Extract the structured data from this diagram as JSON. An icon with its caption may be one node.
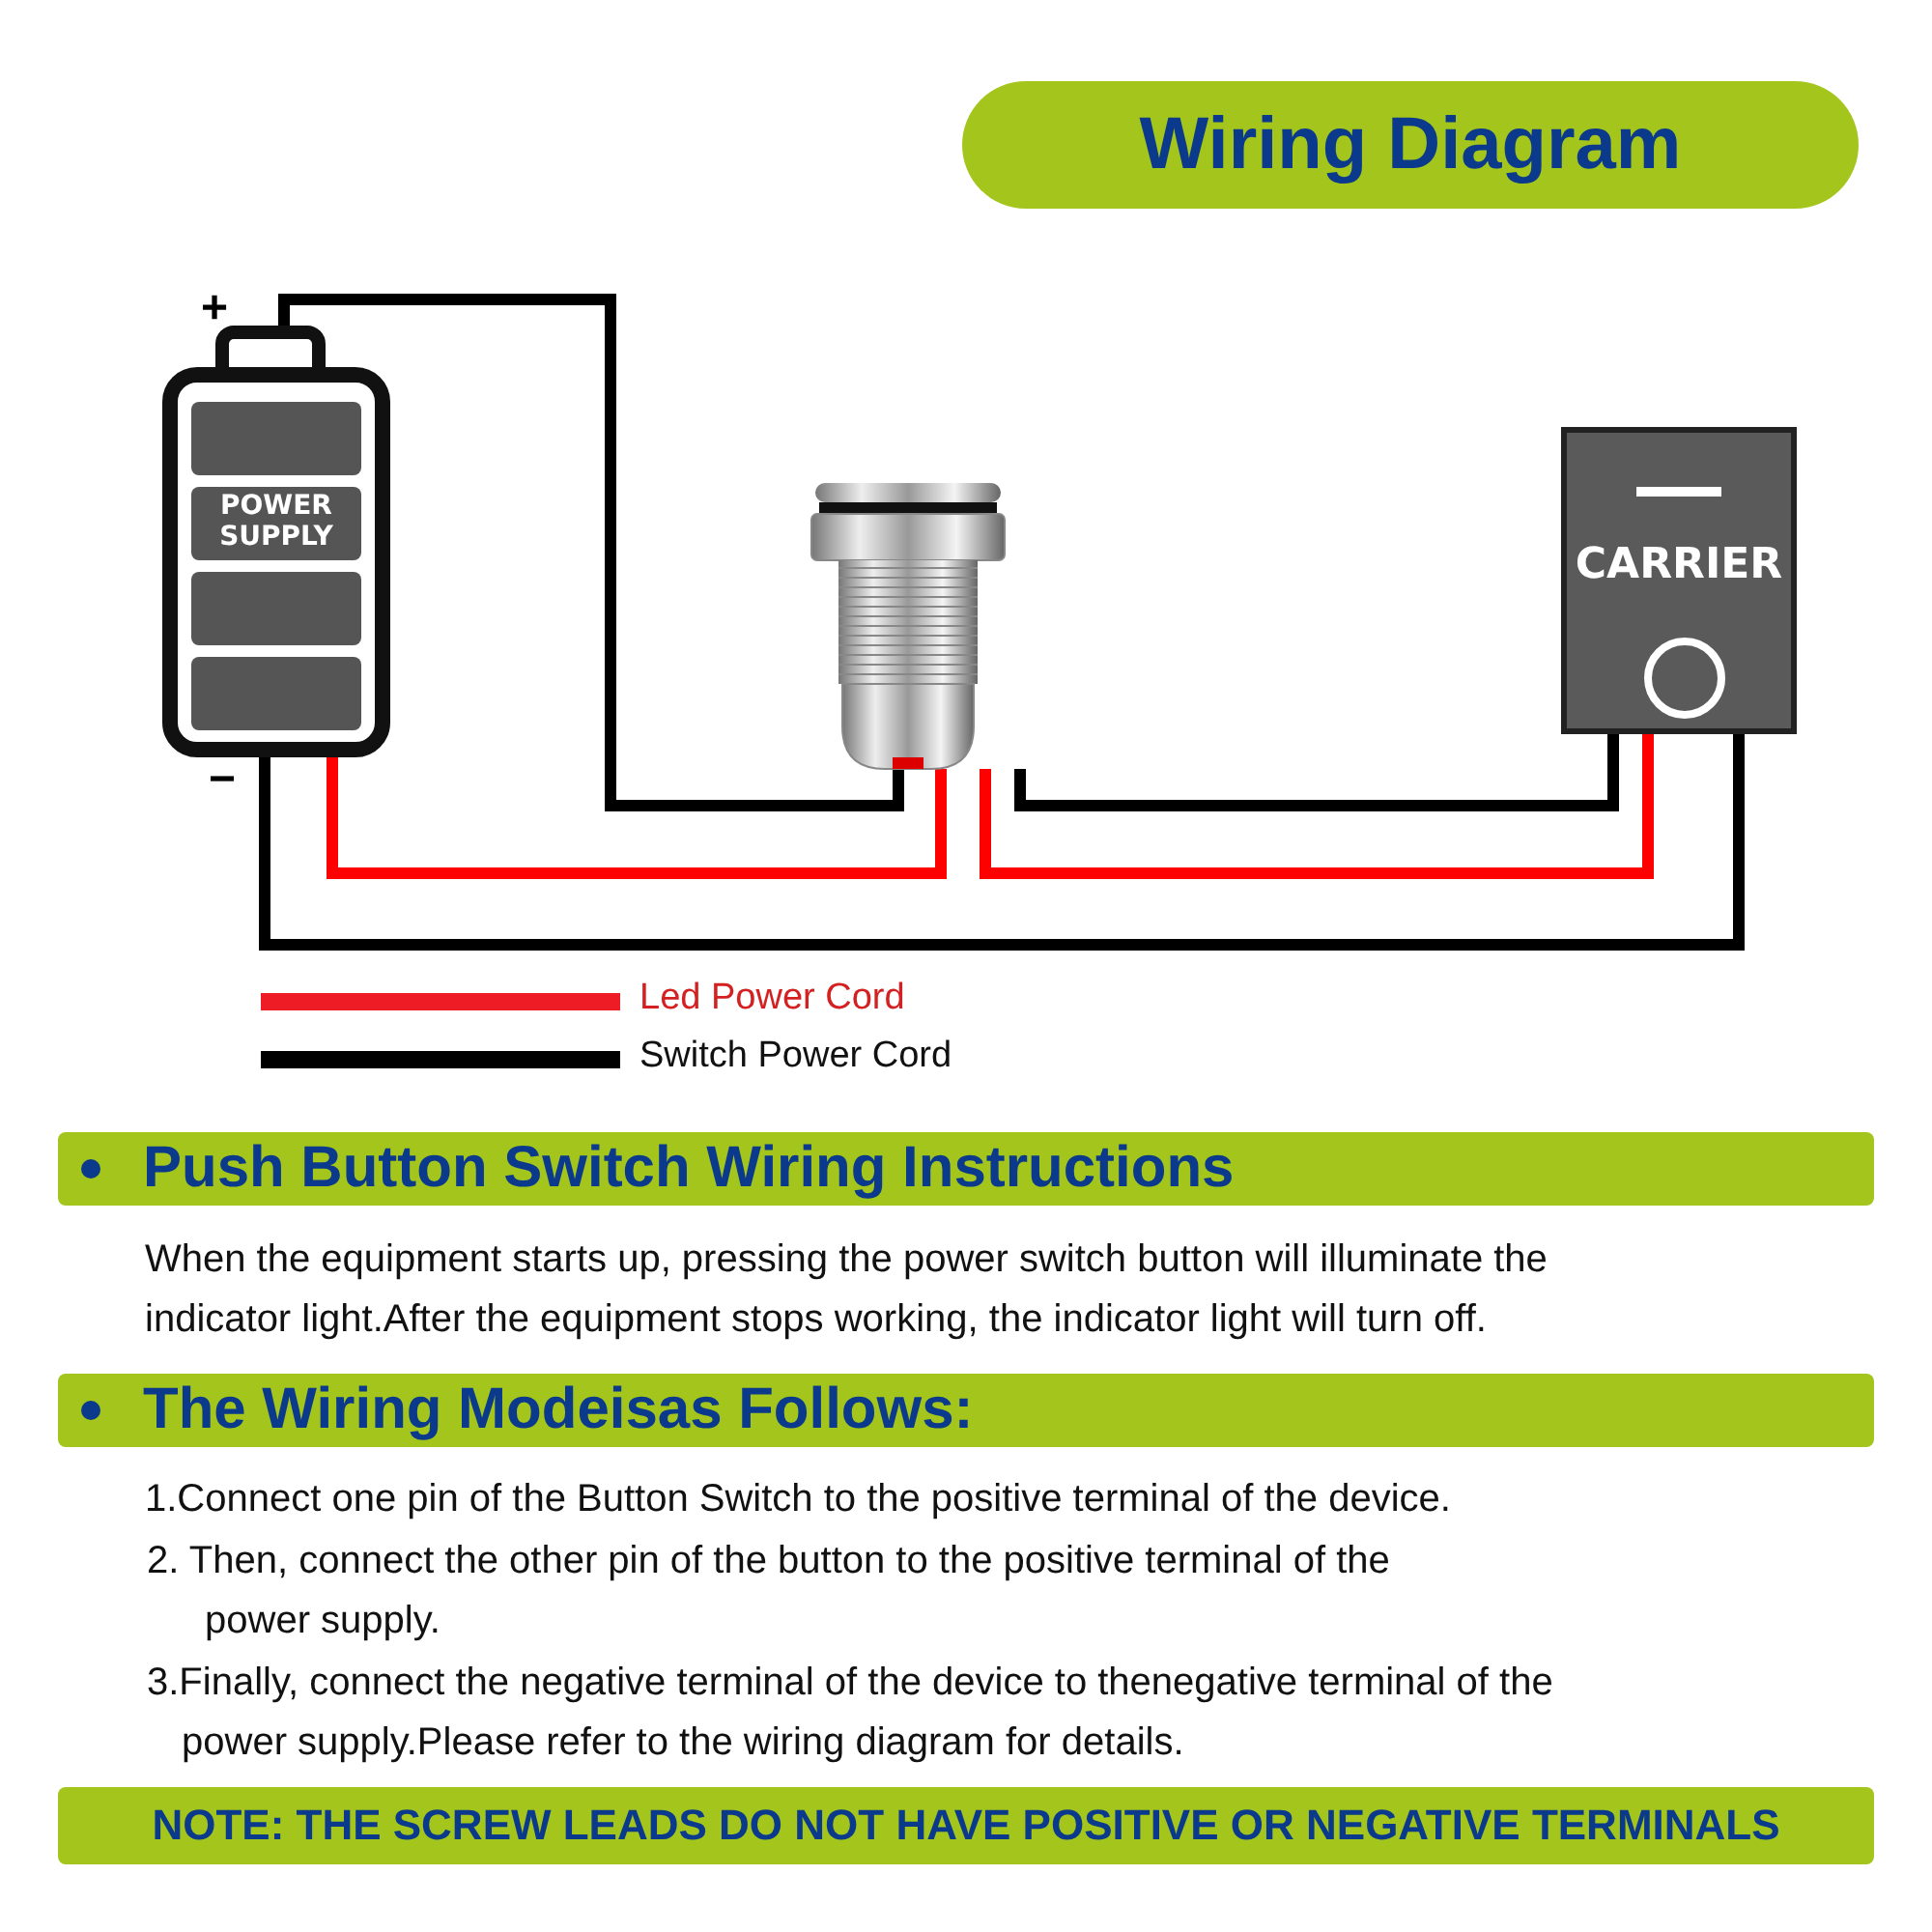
{
  "diagram": {
    "title": "Wiring Diagram",
    "nodes": [
      {
        "text": [
          "POWER SUPPLY"
        ]
      },
      {
        "text": [],
        "shape": "picture"
      },
      {
        "text": [
          "CARRIER"
        ]
      },
      {
        "text": [
          "Push Button Switch Wiring Instructions"
        ]
      },
      {
        "text": [
          "The Wiring Modeisas Follows:"
        ]
      },
      {
        "text": [
          "NOTE: THE SCREW LEADS DO NOT HAVE POSITIVE OR NEGATIVE TERMINALS"
        ]
      }
    ],
    "edges": [
      {
        "from": 0,
        "to": 1,
        "arrow": "none"
      },
      {
        "from": 0,
        "to": 1,
        "arrow": "none",
        "color": "#ff0000"
      },
      {
        "from": 1,
        "to": 2,
        "arrow": "none",
        "color": "#ff0000"
      },
      {
        "from": 1,
        "to": 2,
        "arrow": "none"
      },
      {
        "from": 0,
        "to": 2,
        "arrow": "none"
      }
    ],
    "labels": [
      "+",
      "−",
      "When the equipment starts up, pressing the power switch button will illuminate the indicator light.After the equipment stops working, the indicator light will turn off.",
      "1.Connect one pin of the Button Switch to the positive terminal of the device.",
      "2. Then, connect the other pin of the button to the positive terminal of the power supply.",
      "3.Finally, connect the negative terminal of the device to thenegative terminal of the power supply.Please refer to the wiring diagram for details."
    ],
    "legend": [
      {
        "text": "Led Power Cord"
      },
      {
        "text": "Switch Power Cord"
      }
    ]
  }
}
